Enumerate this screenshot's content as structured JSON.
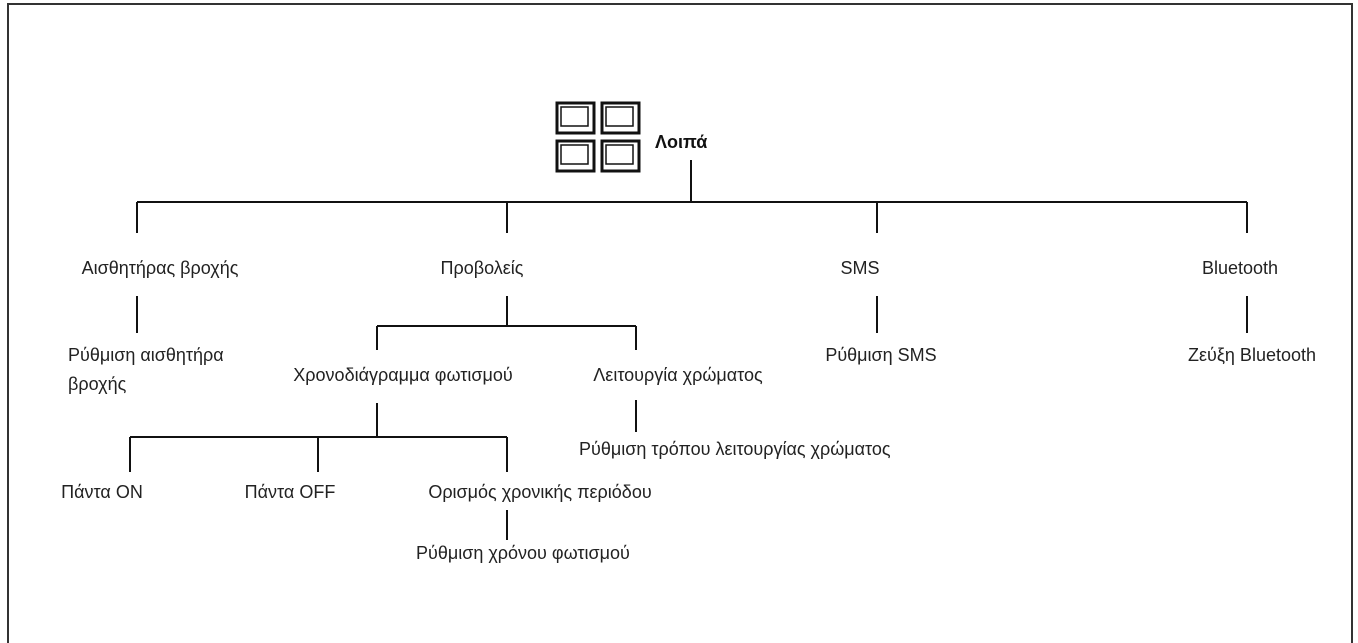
{
  "root": {
    "label": "Λοιπά",
    "icon": "grid-four-squares-icon"
  },
  "branches": {
    "rain_sensor": {
      "label": "Αισθητήρας βροχής",
      "child_label_line1": "Ρύθμιση αισθητήρα",
      "child_label_line2": "βροχής"
    },
    "projectors": {
      "label": "Προβολείς",
      "lighting_schedule": {
        "label": "Χρονοδιάγραμμα φωτισμού",
        "always_on": "Πάντα ON",
        "always_off": "Πάντα OFF",
        "time_period": {
          "label": "Ορισμός χρονικής περιόδου",
          "child_label": "Ρύθμιση χρόνου φωτισμού"
        }
      },
      "color_mode": {
        "label": "Λειτουργία χρώματος",
        "child_label": "Ρύθμιση τρόπου λειτουργίας χρώματος"
      }
    },
    "sms": {
      "label": "SMS",
      "child_label": "Ρύθμιση SMS"
    },
    "bluetooth": {
      "label": "Bluetooth",
      "child_label": "Ζεύξη Bluetooth"
    }
  }
}
